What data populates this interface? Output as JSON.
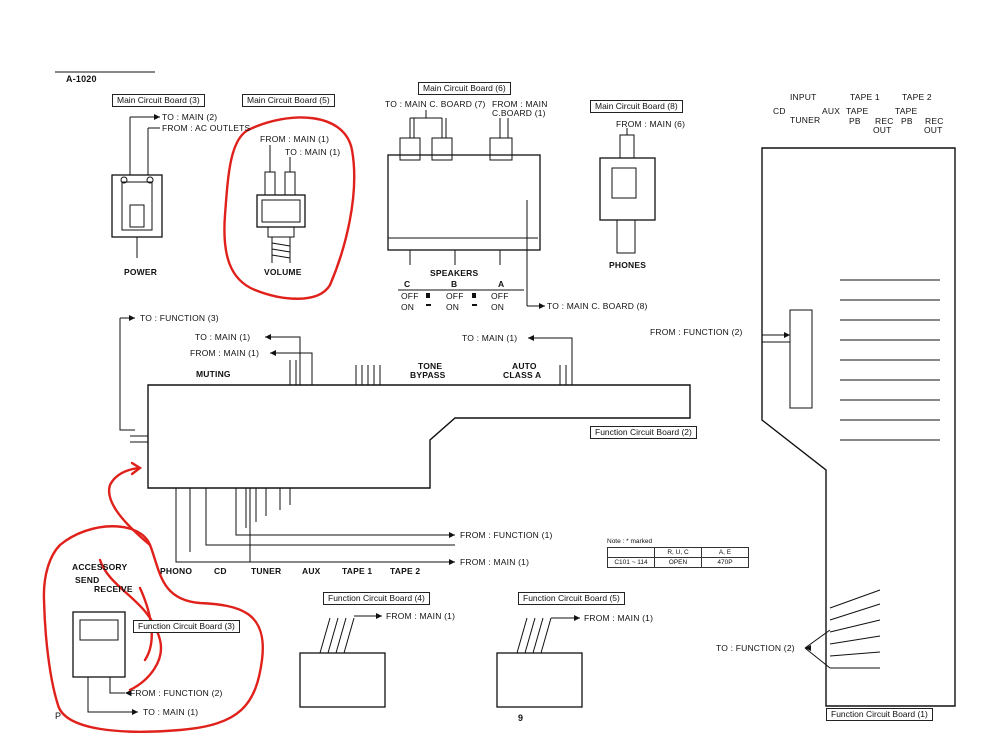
{
  "header": {
    "model": "A-1020",
    "page_number": "9",
    "left_page_mark": "P"
  },
  "boards": {
    "main3_top": "Main Circuit Board (3)",
    "main5": "Main Circuit Board (5)",
    "main6": "Main Circuit Board (6)",
    "main8": "Main Circuit Board (8)",
    "function2": "Function Circuit Board (2)",
    "function4": "Function Circuit Board (4)",
    "function5": "Function Circuit Board (5)",
    "function3": "Function Circuit Board (3)",
    "function1": "Function Circuit Board (1)"
  },
  "labels": {
    "to_main2": "TO : MAIN (2)",
    "from_ac": "FROM : AC OUTLETS",
    "power": "POWER",
    "from_main1_vol": "FROM : MAIN (1)",
    "to_main1_vol": "TO : MAIN (1)",
    "volume": "VOLUME",
    "to_mainc7": "TO : MAIN C. BOARD (7)",
    "from_main_c1_a": "FROM : MAIN",
    "from_main_c1_b": "C.BOARD (1)",
    "speakers": "SPEAKERS",
    "spk_c": "C",
    "spk_b": "B",
    "spk_a": "A",
    "off": "OFF",
    "on": "ON",
    "to_mainc8": "TO : MAIN C. BOARD (8)",
    "from_main6": "FROM : MAIN (6)",
    "phones": "PHONES",
    "input": "INPUT",
    "tape1": "TAPE 1",
    "tape2": "TAPE 2",
    "cd": "CD",
    "aux": "AUX",
    "tuner": "TUNER",
    "tape": "TAPE",
    "pb": "PB",
    "rec": "REC",
    "out": "OUT",
    "to_function3": "TO : FUNCTION (3)",
    "to_main1_a": "TO : MAIN (1)",
    "from_main1_a": "FROM : MAIN (1)",
    "to_main1_b": "TO : MAIN (1)",
    "muting": "MUTING",
    "tone": "TONE",
    "bypass": "BYPASS",
    "auto": "AUTO",
    "class_a": "CLASS  A",
    "from_function2_a": "FROM : FUNCTION (2)",
    "from_function1": "FROM : FUNCTION (1)",
    "from_main1_b": "FROM : MAIN (1)",
    "phono": "PHONO",
    "cd2": "CD",
    "tuner2": "TUNER",
    "aux2": "AUX",
    "tape1b": "TAPE 1",
    "tape2b": "TAPE 2",
    "accessory": "ACCESSORY",
    "send": "SEND",
    "receive": "RECEIVE",
    "from_function2_b": "FROM : FUNCTION (2)",
    "to_main1_c": "TO : MAIN (1)",
    "from_main1_f4": "FROM : MAIN (1)",
    "from_main1_f5": "FROM : MAIN (1)",
    "to_function2": "TO : FUNCTION (2)"
  },
  "note": {
    "title": "Note : * marked",
    "headers": [
      "",
      "R, U, C",
      "A, E"
    ],
    "row": [
      "C101 ~ 114",
      "OPEN",
      "470P"
    ]
  },
  "colors": {
    "ink": "#111111",
    "annotation": "#e0201a"
  }
}
